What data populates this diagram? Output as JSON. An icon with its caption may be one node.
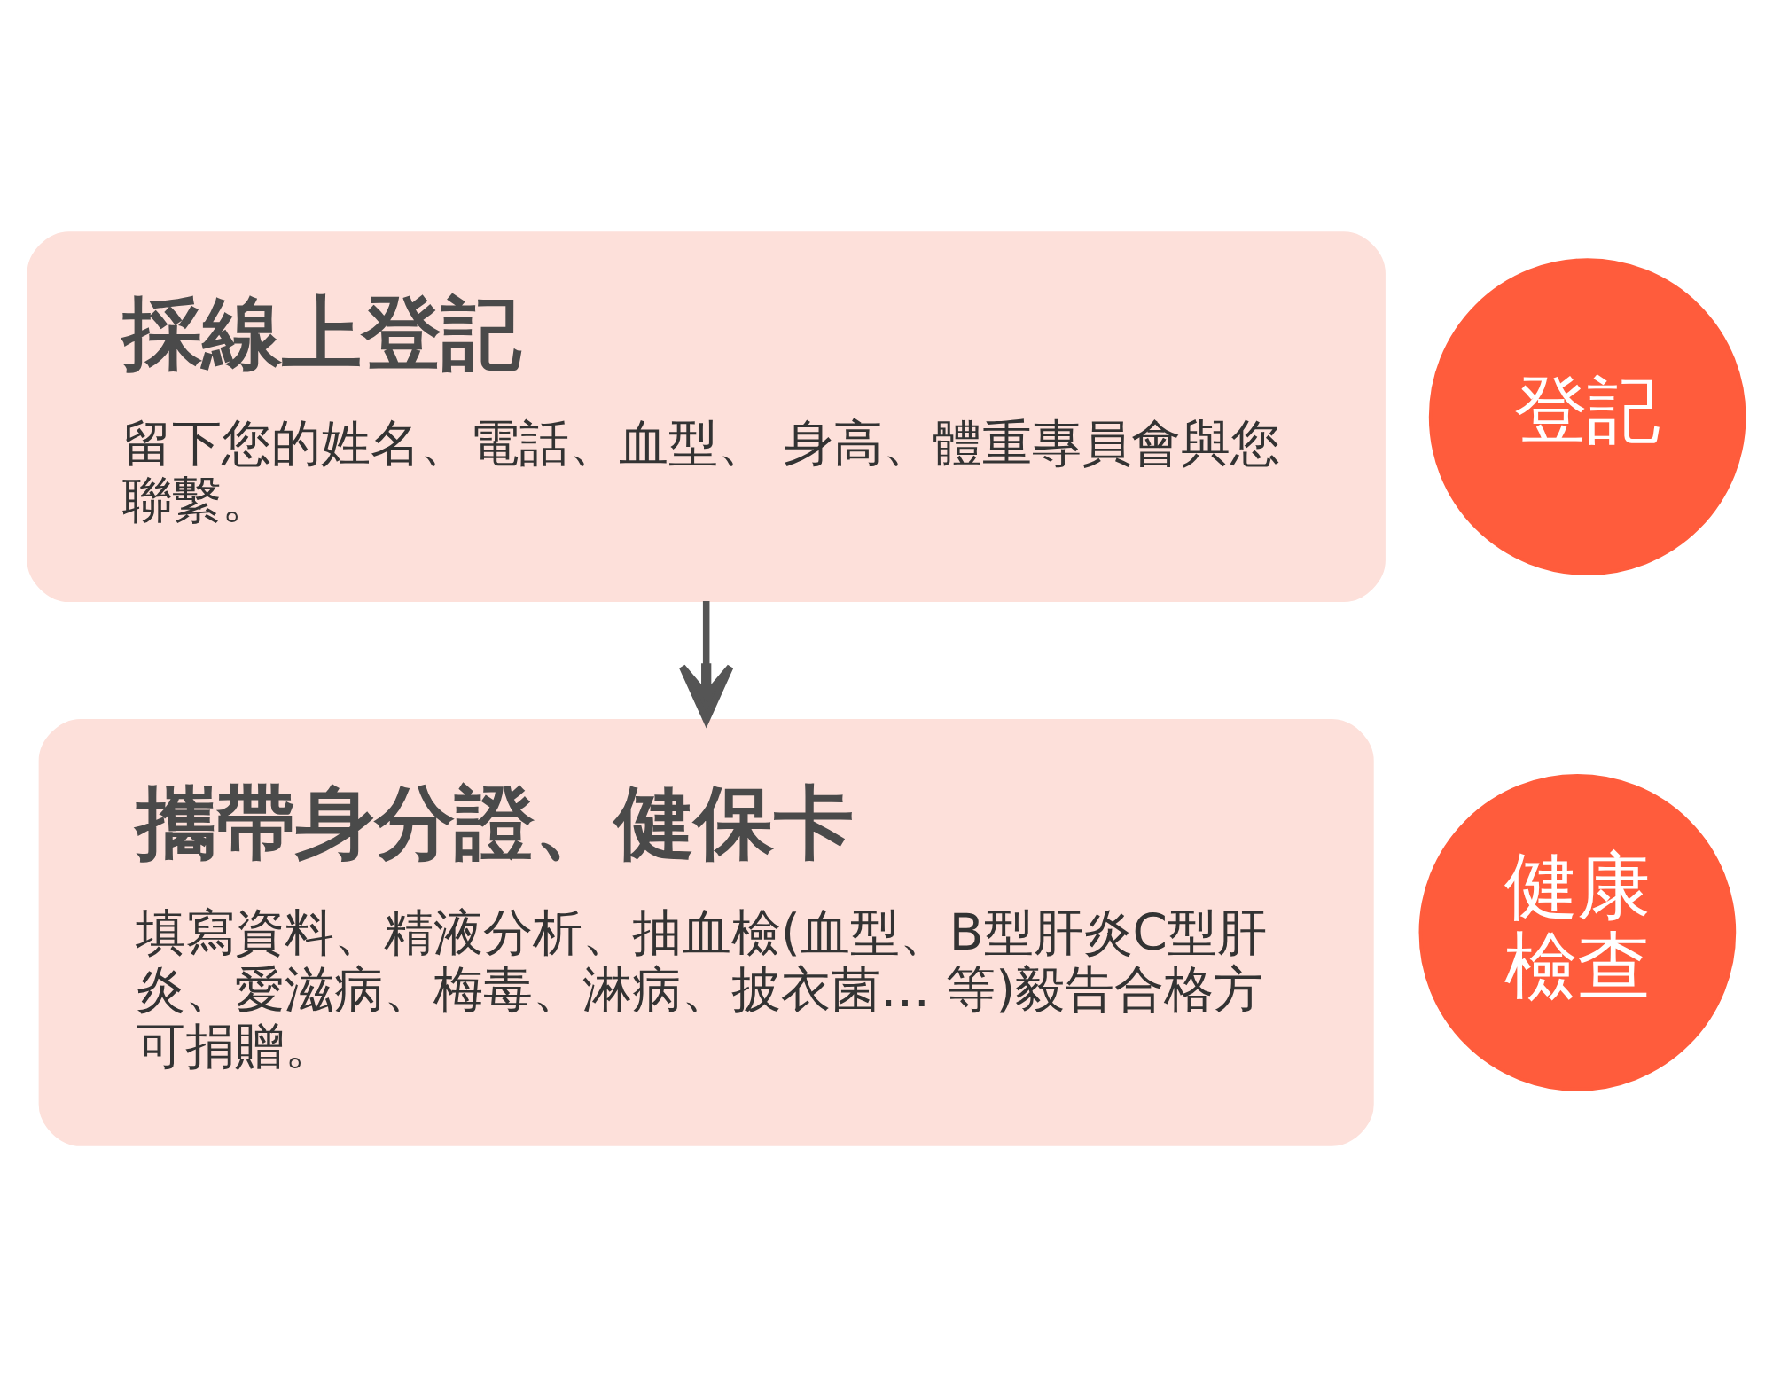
{
  "diagram": {
    "nodes": [
      {
        "text": [
          "採線上登記",
          "留下您的姓名、電話、血型、 身高、體重專員會與您聯繫。"
        ]
      },
      {
        "text": [
          "登記"
        ]
      },
      {
        "text": [
          "攜帶身分證、健保卡",
          "填寫資料、精液分析、抽血檢(血型、B型肝炎C型肝炎、愛滋病、梅毒、淋病、披衣菌… 等)毅告合格方可捐贈。"
        ]
      },
      {
        "text": [
          "健康檢查"
        ]
      }
    ],
    "edges": [
      {
        "from": 0,
        "to": 2,
        "arrow": "to"
      }
    ]
  }
}
